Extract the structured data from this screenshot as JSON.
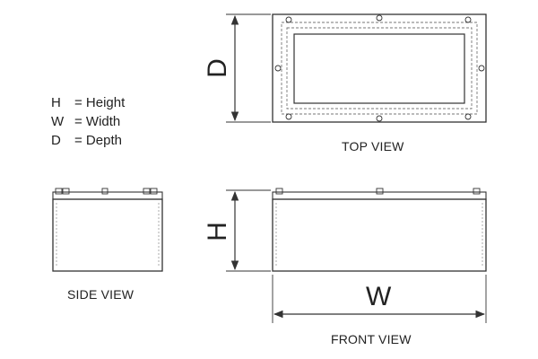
{
  "legend": [
    {
      "key": "H",
      "text": "= Height"
    },
    {
      "key": "W",
      "text": "= Width"
    },
    {
      "key": "D",
      "text": "= Depth"
    }
  ],
  "views": {
    "top": "TOP VIEW",
    "side": "SIDE VIEW",
    "front": "FRONT VIEW"
  },
  "dimensions": {
    "depth": "D",
    "height": "H",
    "width": "W"
  },
  "colors": {
    "line": "#333333",
    "dashed": "#777777"
  }
}
